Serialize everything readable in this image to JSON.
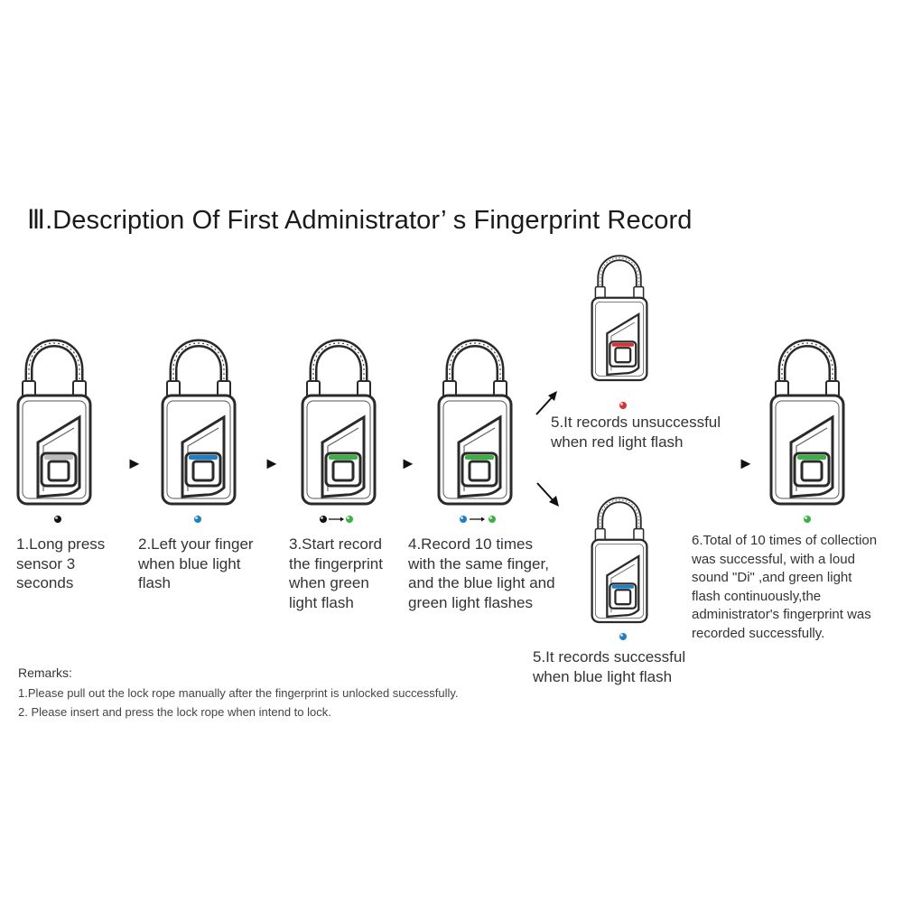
{
  "title": "Ⅲ.Description Of First Administrator’ s Fingerprint Record",
  "colors": {
    "blue": "#1f7fc4",
    "green": "#3cb043",
    "red": "#d93030",
    "black": "#111111",
    "gray": "#bcbcbc"
  },
  "steps": [
    {
      "text": "1.Long press\nsensor 3\nseconds",
      "light": "gray"
    },
    {
      "text": "2.Left your finger\nwhen blue light\nflash",
      "light": "blue"
    },
    {
      "text": "3.Start record\nthe fingerprint\nwhen green\nlight flash",
      "light": "green"
    },
    {
      "text": "4.Record 10 times\nwith the same finger,\nand the blue light and\ngreen light flashes",
      "light": "green"
    },
    {
      "text": "5.It records unsuccessful\nwhen red light flash",
      "light": "red"
    },
    {
      "text": "5.It records successful\nwhen blue light flash",
      "light": "blue"
    },
    {
      "text": "6.Total of 10 times of collection\nwas successful, with a loud\nsound \"Di\" ,and green light\nflash continuously,the\nadministrator's fingerprint was\nrecorded successfully.",
      "light": "green"
    }
  ],
  "arrows": [
    "►",
    "►",
    "►",
    "►"
  ],
  "remarks": {
    "heading": "Remarks:",
    "items": [
      "1.Please pull out the lock rope manually after the fingerprint is unlocked successfully.",
      "2. Please insert and press the lock rope when intend to lock."
    ]
  }
}
